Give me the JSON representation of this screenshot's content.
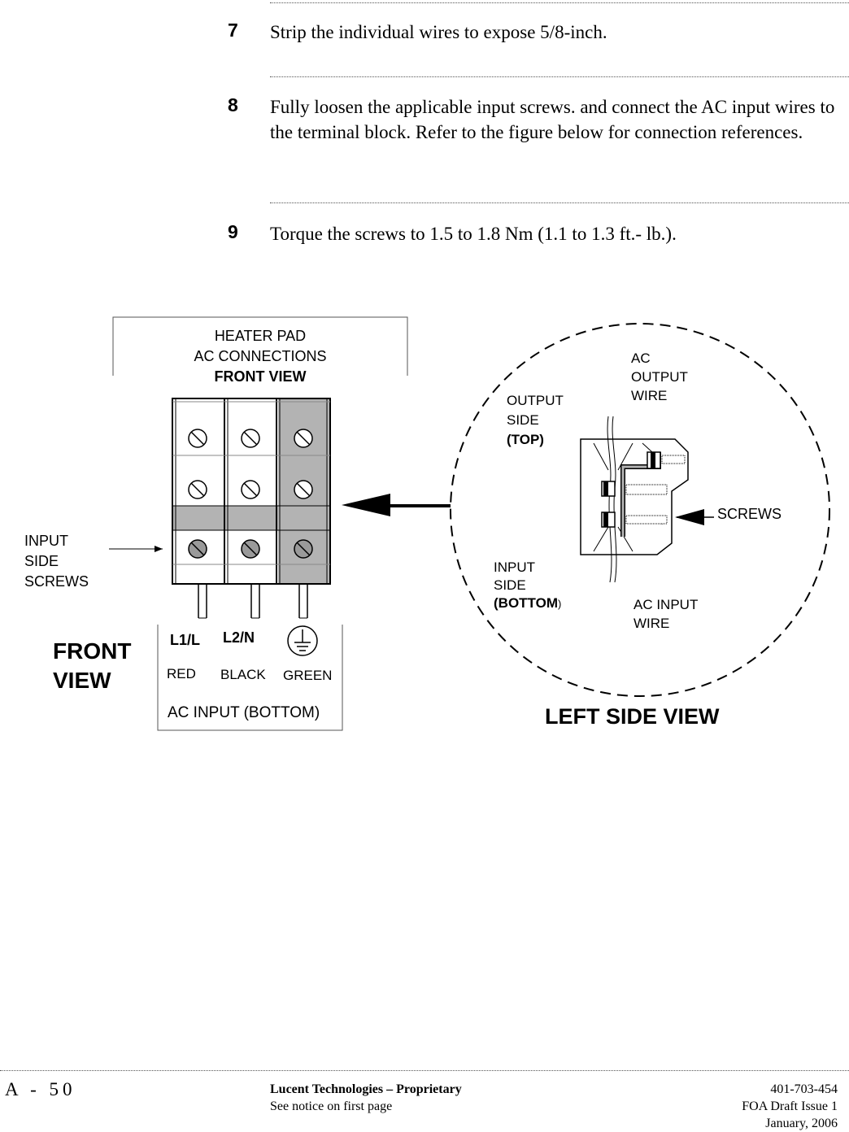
{
  "steps": [
    {
      "number": "7",
      "text": "Strip the individual wires to expose 5/8-inch."
    },
    {
      "number": "8",
      "text": "Fully loosen the applicable input screws. and connect the AC input wires to the terminal block. Refer to the figure below for connection references."
    },
    {
      "number": "9",
      "text": "Torque the screws to 1.5 to 1.8 Nm (1.1 to 1.3 ft.- lb.)."
    }
  ],
  "figure": {
    "heater_title_1": "HEATER PAD",
    "heater_title_2": "AC CONNECTIONS",
    "heater_title_3": "FRONT VIEW",
    "input_side_screws_1": "INPUT",
    "input_side_screws_2": "SIDE",
    "input_side_screws_3": "SCREWS",
    "front_view_1": "FRONT",
    "front_view_2": "VIEW",
    "l1": "L1/L",
    "l2": "L2/N",
    "red": "RED",
    "black": "BLACK",
    "green": "GREEN",
    "ac_input_bottom": "AC INPUT (BOTTOM)",
    "ac_output_wire_1": "AC",
    "ac_output_wire_2": "OUTPUT",
    "ac_output_wire_3": "WIRE",
    "output_side_1": "OUTPUT",
    "output_side_2": "SIDE",
    "output_side_3": "(TOP)",
    "screws": "SCREWS",
    "input_side_1": "INPUT",
    "input_side_2": "SIDE",
    "input_side_3": "(BOTTOM",
    "input_side_3b": ")",
    "ac_input_wire_1": "AC INPUT",
    "ac_input_wire_2": "WIRE",
    "left_side_view": "LEFT SIDE VIEW"
  },
  "footer": {
    "page": "A - 50",
    "company": "Lucent Technologies – Proprietary",
    "notice": "See notice on first page",
    "doc_number": "401-703-454",
    "issue": "FOA Draft Issue 1",
    "date": "January, 2006"
  },
  "colors": {
    "terminal_gray": "#b3b3b3"
  }
}
